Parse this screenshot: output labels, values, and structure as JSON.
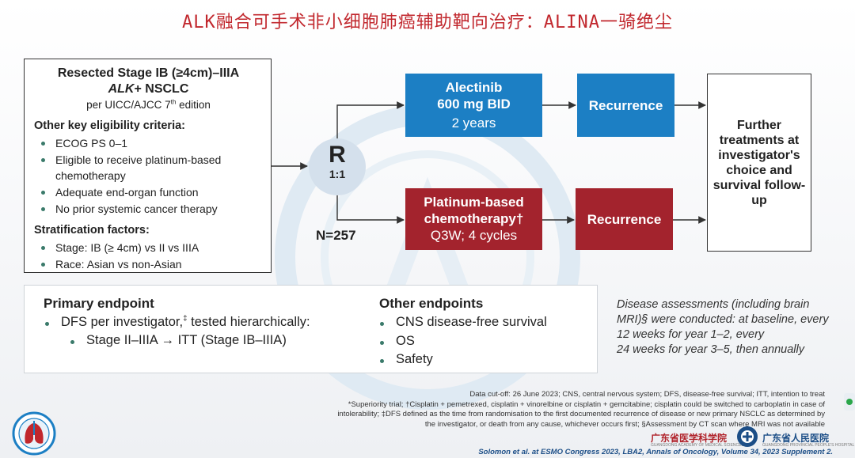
{
  "title": "ALK融合可手术非小细胞肺癌辅助靶向治疗：ALINA一骑绝尘",
  "eligibility": {
    "line1": "Resected Stage IB (≥4cm)–IIIA",
    "line2_italic": "ALK",
    "line2_rest": "+ NSCLC",
    "line3_pre": "per UICC/AJCC 7",
    "line3_sup": "th",
    "line3_post": " edition",
    "criteria_title": "Other key eligibility criteria:",
    "criteria": [
      "ECOG PS 0–1",
      "Eligible to receive platinum-based chemotherapy",
      "Adequate end-organ function",
      "No prior systemic cancer therapy"
    ],
    "strat_title": "Stratification factors:",
    "strat": [
      "Stage: IB (≥ 4cm) vs II vs IIIA",
      "Race: Asian vs non-Asian"
    ]
  },
  "randomization": {
    "letter": "R",
    "ratio": "1:1",
    "n": "N=257"
  },
  "arm1": {
    "drug": "Alectinib",
    "dose": "600 mg BID",
    "duration": "2 years",
    "next": "Recurrence"
  },
  "arm2": {
    "line1": "Platinum-based",
    "line2": "chemotherapy†",
    "schedule": "Q3W; 4 cycles",
    "next": "Recurrence"
  },
  "further": "Further treatments at investigator's choice and survival follow-up",
  "primary": {
    "title": "Primary endpoint",
    "item_pre": "DFS per investigator,",
    "item_sup": "‡",
    "item_post": " tested hierarchically:",
    "subitem": "Stage II–IIIA → ITT (Stage IB–IIIA)"
  },
  "other": {
    "title": "Other endpoints",
    "items": [
      "CNS disease-free survival",
      "OS",
      "Safety"
    ]
  },
  "disease_assessment": [
    "Disease assessments (including brain",
    "MRI)§ were conducted: at baseline, every",
    "12 weeks for year 1–2, every",
    "24 weeks for year 3–5, then annually"
  ],
  "footnotes": [
    "Data cut-off: 26 June 2023; CNS, central nervous system; DFS, disease-free survival; ITT, intention to treat",
    "*Superiority trial; †Cisplatin + pemetrexed, cisplatin + vinorelbine or cisplatin + gemcitabine; cisplatin could be switched to carboplatin in case of",
    "intolerability; ‡DFS defined as the time from randomisation to the first documented recurrence of disease or new primary NSCLC as determined by",
    "the investigator, or death from any cause, whichever occurs first; §Assessment by CT scan where MRI was not available"
  ],
  "citation": "Solomon et al. at ESMO Congress 2023, LBA2, Annals of Oncology, Volume 34, 2023 Supplement 2.",
  "logos": {
    "left_icon": "lung-emblem-icon",
    "org1": "广东省医学科学院",
    "org1_en": "GUANGDONG ACADEMY OF MEDICAL SCIENCES",
    "org2": "广东省人民医院",
    "org2_en": "GUANGDONG PROVINCIAL PEOPLE'S HOSPITAL"
  },
  "colors": {
    "title": "#c1272d",
    "alectinib": "#1c7fc4",
    "chemo": "#a3232d",
    "bullet": "#3a7a6a",
    "r_circle": "#d4e0ec"
  }
}
